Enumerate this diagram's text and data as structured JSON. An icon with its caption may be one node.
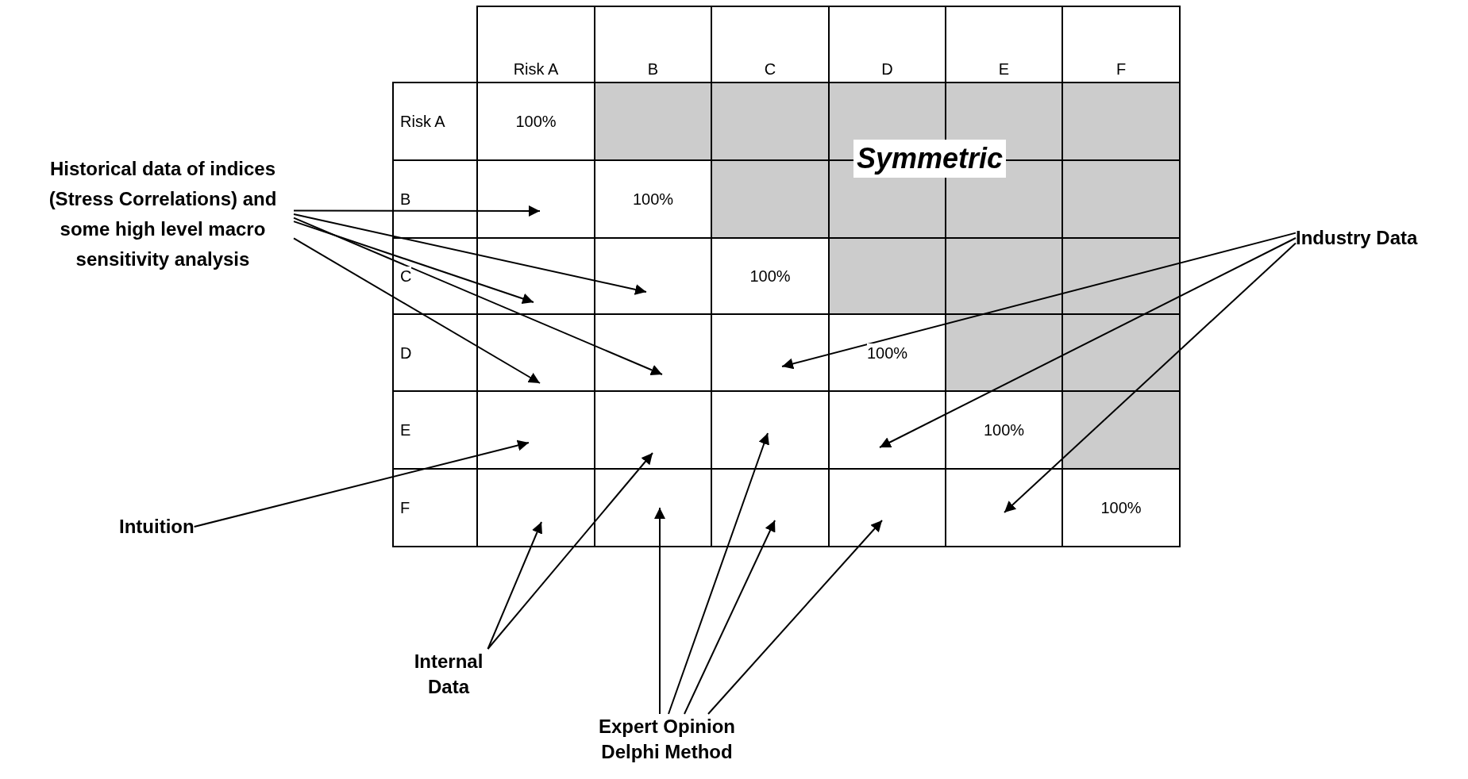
{
  "diagram": {
    "nodes": [
      {
        "text": [
          "Historical data of indices (Stress Correlations) and some high level macro sensitivity analysis"
        ]
      },
      {
        "text": [
          "Industry Data"
        ]
      },
      {
        "text": [
          "Intuition"
        ]
      },
      {
        "text": [
          "Internal Data"
        ]
      },
      {
        "text": [
          "Expert Opinion Delphi Method"
        ]
      }
    ],
    "edges": [
      {
        "from": 0,
        "to": null,
        "arrow": "to"
      },
      {
        "from": 0,
        "to": null,
        "arrow": "to"
      },
      {
        "from": 0,
        "to": null,
        "arrow": "to"
      },
      {
        "from": 0,
        "to": null,
        "arrow": "to"
      },
      {
        "from": 0,
        "to": null,
        "arrow": "to"
      },
      {
        "from": 1,
        "to": null,
        "arrow": "to"
      },
      {
        "from": 1,
        "to": null,
        "arrow": "to"
      },
      {
        "from": 1,
        "to": null,
        "arrow": "to"
      },
      {
        "from": 2,
        "to": null,
        "arrow": "to"
      },
      {
        "from": 3,
        "to": null,
        "arrow": "to"
      },
      {
        "from": 3,
        "to": null,
        "arrow": "to"
      },
      {
        "from": 4,
        "to": null,
        "arrow": "to"
      },
      {
        "from": 4,
        "to": null,
        "arrow": "to"
      },
      {
        "from": 4,
        "to": null,
        "arrow": "to"
      },
      {
        "from": 4,
        "to": null,
        "arrow": "to"
      }
    ],
    "labels": [
      "Risk A",
      "B",
      "C",
      "D",
      "E",
      "F",
      "Risk A",
      "100%",
      "Symmetric",
      "B",
      "100%",
      "C",
      "100%",
      "D",
      "100%",
      "E",
      "100%",
      "F",
      "100%"
    ]
  }
}
